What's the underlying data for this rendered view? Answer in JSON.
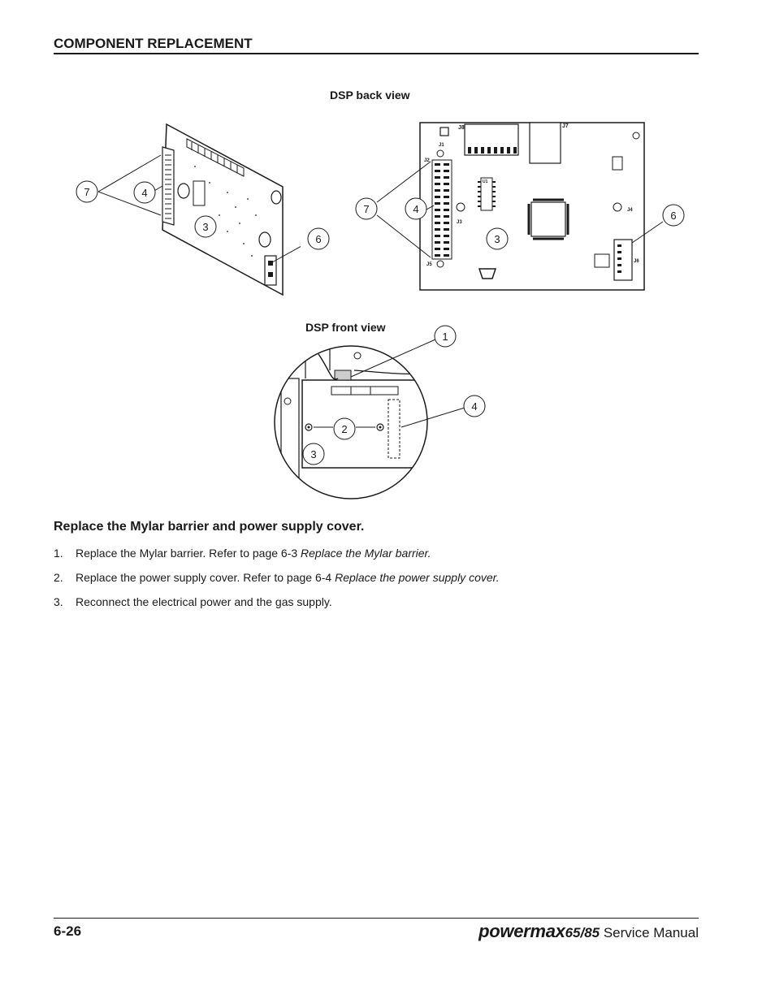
{
  "header": {
    "title": "COMPONENT REPLACEMENT"
  },
  "figures": {
    "back_view_label": "DSP back view",
    "front_view_label": "DSP front view",
    "angled_callouts": [
      "7",
      "4",
      "3",
      "6"
    ],
    "back_callouts": [
      "7",
      "4",
      "3",
      "6"
    ],
    "front_callouts": [
      "1",
      "4",
      "2",
      "3"
    ],
    "board_markings": [
      "J8",
      "J7",
      "J1",
      "J2",
      "J3",
      "J4",
      "J5",
      "J6",
      "U1"
    ]
  },
  "section": {
    "heading": "Replace the Mylar barrier and power supply cover.",
    "steps": [
      {
        "num": "1.",
        "text": "Replace the Mylar barrier. Refer to page 6-3 ",
        "ref": "Replace the Mylar barrier."
      },
      {
        "num": "2.",
        "text": "Replace the power supply cover. Refer to page 6-4 ",
        "ref": "Replace the power supply cover."
      },
      {
        "num": "3.",
        "text": "Reconnect the electrical power and the gas supply.",
        "ref": ""
      }
    ]
  },
  "footer": {
    "page_number": "6-26",
    "brand": "powermax",
    "model": "65/85",
    "manual": " Service Manual"
  }
}
